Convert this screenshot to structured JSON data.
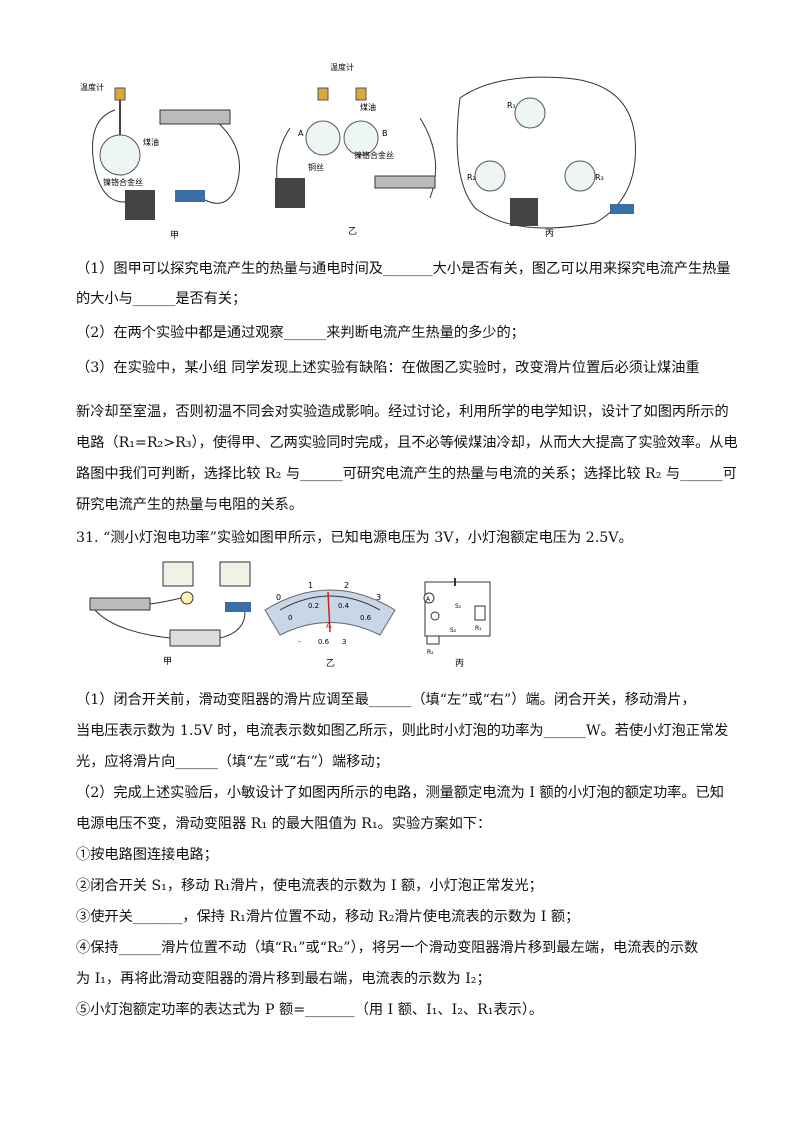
{
  "figures_top": {
    "jia": {
      "caption": "甲",
      "labels": {
        "thermometer": "温度计",
        "kerosene": "煤油",
        "wire": "镍铬合金丝"
      }
    },
    "yi": {
      "caption": "乙",
      "labels": {
        "thermometer": "温度计",
        "kerosene": "煤油",
        "a": "A",
        "b": "B",
        "copper": "铜丝",
        "wire": "镍铬合金丝"
      }
    },
    "bing": {
      "caption": "丙",
      "labels": {
        "r1": "R₁",
        "r2": "R₂",
        "r3": "R₃"
      }
    }
  },
  "q30": {
    "p1_line1": "（1）图甲可以探究电流产生的热量与通电时间及_______大小是否有关，图乙可以用来探究电流产生热量",
    "p1_line2": "的大小与______是否有关；",
    "p2": "（2）在两个实验中都是通过观察______来判断电流产生热量的多少的；",
    "p3_line1": "（3）在实验中，某小组         同学发现上述实验有缺陷：在做图乙实验时，改变滑片位置后必须让煤油重",
    "p3_line2": "新冷却至室温，否则初温不同会对实验造成影响。经过讨论，利用所学的电学知识，设计了如图丙所示的",
    "p3_line3": "电路（R₁=R₂>R₃），使得甲、乙两实验同时完成，且不必等候煤油冷却，从而大大提高了实验效率。从电",
    "p3_line4": "路图中我们可判断，选择比较 R₂ 与______可研究电流产生的热量与电流的关系；选择比较 R₂ 与______可",
    "p3_line5": "研究电流产生的热量与电阻的关系。"
  },
  "q31": {
    "stem": "31. “测小灯泡电功率”实验如图甲所示，已知电源电压为 3V，小灯泡额定电压为 2.5V。",
    "fig_jia_caption": "甲",
    "fig_yi_caption": "乙",
    "fig_bing_caption": "丙",
    "meter": {
      "top_ticks": [
        "0",
        "1",
        "2",
        "3"
      ],
      "bottom_ticks": [
        "0",
        "0.2",
        "0.4",
        "0.6"
      ],
      "unit": "A",
      "terminals": [
        "-",
        "0.6",
        "3"
      ]
    },
    "circuit": {
      "labels": [
        "A",
        "S₁",
        "S₂",
        "R₁",
        "R₂"
      ]
    },
    "p1_line1": "（1）闭合开关前，滑动变阻器的滑片应调至最______（填“左”或“右”）端。闭合开关，移动滑片，",
    "p1_line2": "当电压表示数为 1.5V 时，电流表示数如图乙所示，则此时小灯泡的功率为______W。若使小灯泡正常发",
    "p1_line3": "光，应将滑片向______（填“左”或“右”）端移动；",
    "p2_line1": "（2）完成上述实验后，小敏设计了如图丙所示的电路，测量额定电流为 I 额的小灯泡的额定功率。已知",
    "p2_line2": "电源电压不变，滑动变阻器 R₁ 的最大阻值为 R₁。实验方案如下：",
    "s1": "①按电路图连接电路；",
    "s2": "②闭合开关 S₁，移动 R₁滑片，使电流表的示数为 I 额，小灯泡正常发光；",
    "s3": "③使开关_______，保持 R₁滑片位置不动，移动 R₂滑片使电流表的示数为 I 额；",
    "s4_line1": "④保持______滑片位置不动（填“R₁”或“R₂”），将另一个滑动变阻器滑片移到最左端，电流表的示数",
    "s4_line2": "为 I₁，再将此滑动变阻器的滑片移到最右端，电流表的示数为 I₂；",
    "s5": "⑤小灯泡额定功率的表达式为 P 额=_______（用 I 额、I₁、I₂、R₁表示）。"
  }
}
